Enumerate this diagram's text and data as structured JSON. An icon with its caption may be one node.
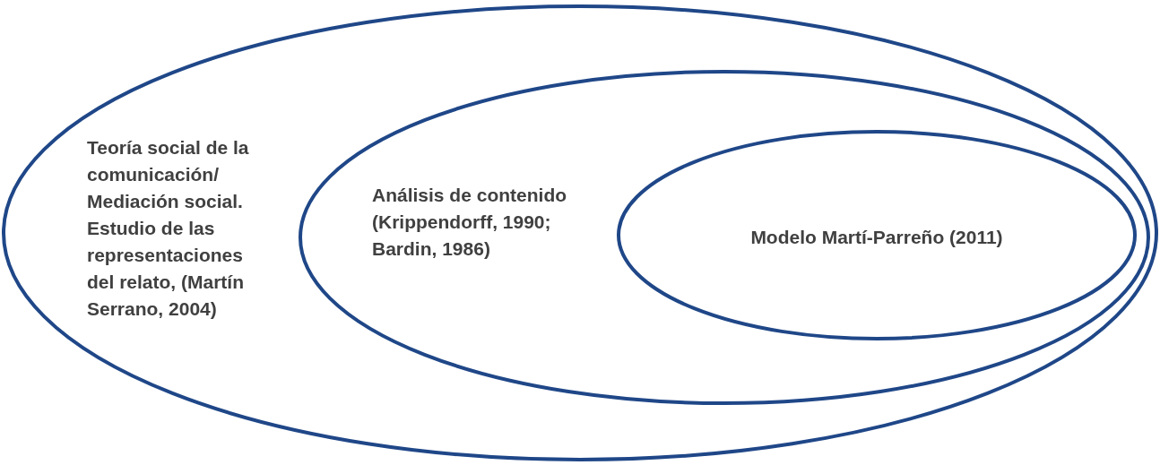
{
  "diagram": {
    "nodes": [
      {
        "text": [
          "Teoría social de la comunicación/ Mediación social. Estudio de las representaciones del relato, (Martín Serrano, 2004)"
        ]
      },
      {
        "text": [
          "Análisis de contenido (Krippendorff, 1990; Bardin, 1986)"
        ],
        "in": 0
      },
      {
        "text": [
          "Modelo Martí-Parreño (2011)"
        ],
        "in": 1
      }
    ]
  }
}
